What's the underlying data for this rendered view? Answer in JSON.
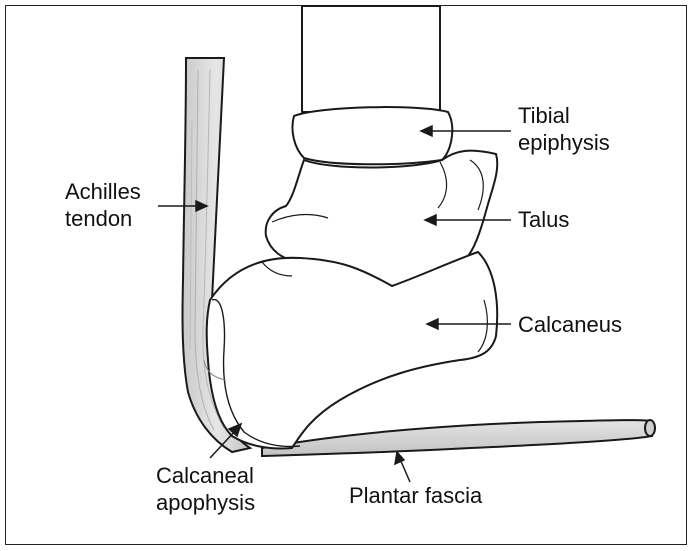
{
  "labels": {
    "tibial_epiphysis_line1": "Tibial",
    "tibial_epiphysis_line2": "epiphysis",
    "achilles_line1": "Achilles",
    "achilles_line2": "tendon",
    "talus": "Talus",
    "calcaneus": "Calcaneus",
    "calcaneal_apophysis_line1": "Calcaneal",
    "calcaneal_apophysis_line2": "apophysis",
    "plantar_fascia": "Plantar fascia"
  },
  "colors": {
    "outline": "#1a1a1a",
    "tendon_fill": "#d6d6d6",
    "tendon_stripe": "#bdbdbd",
    "bone_fill": "#ffffff"
  }
}
